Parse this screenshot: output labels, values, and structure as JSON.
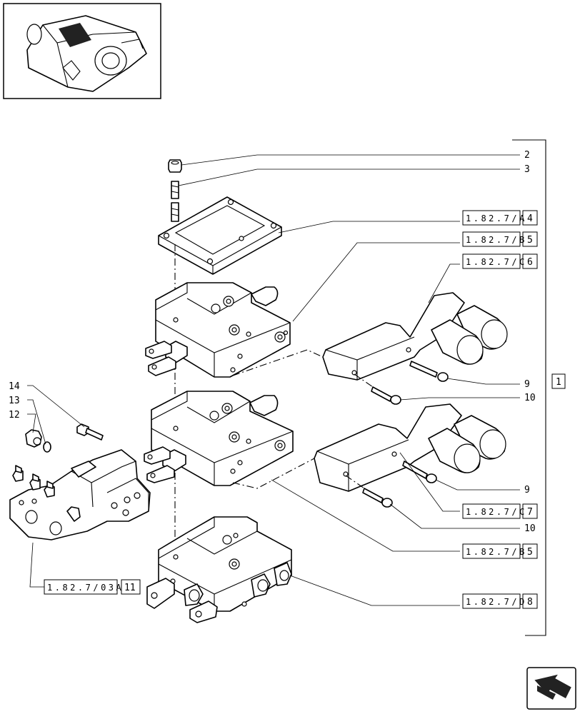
{
  "callouts": {
    "n2": "2",
    "n3": "3",
    "n9a": "9",
    "n10a": "10",
    "n9b": "9",
    "n10b": "10",
    "n12": "12",
    "n13": "13",
    "n14": "14"
  },
  "refs": [
    {
      "code": "1.82.7/A",
      "num": "4"
    },
    {
      "code": "1.82.7/B",
      "num": "5"
    },
    {
      "code": "1.82.7/C",
      "num": "6"
    },
    {
      "code": "1.82.7/C",
      "num": "7"
    },
    {
      "code": "1.82.7/B",
      "num": "5"
    },
    {
      "code": "1.82.7/D",
      "num": "8"
    },
    {
      "code": "1.82.7/03A",
      "num": "11"
    }
  ],
  "assembly_label": "1",
  "icons": [
    "thumbnail-assembly",
    "next-page-arrow-icon"
  ]
}
